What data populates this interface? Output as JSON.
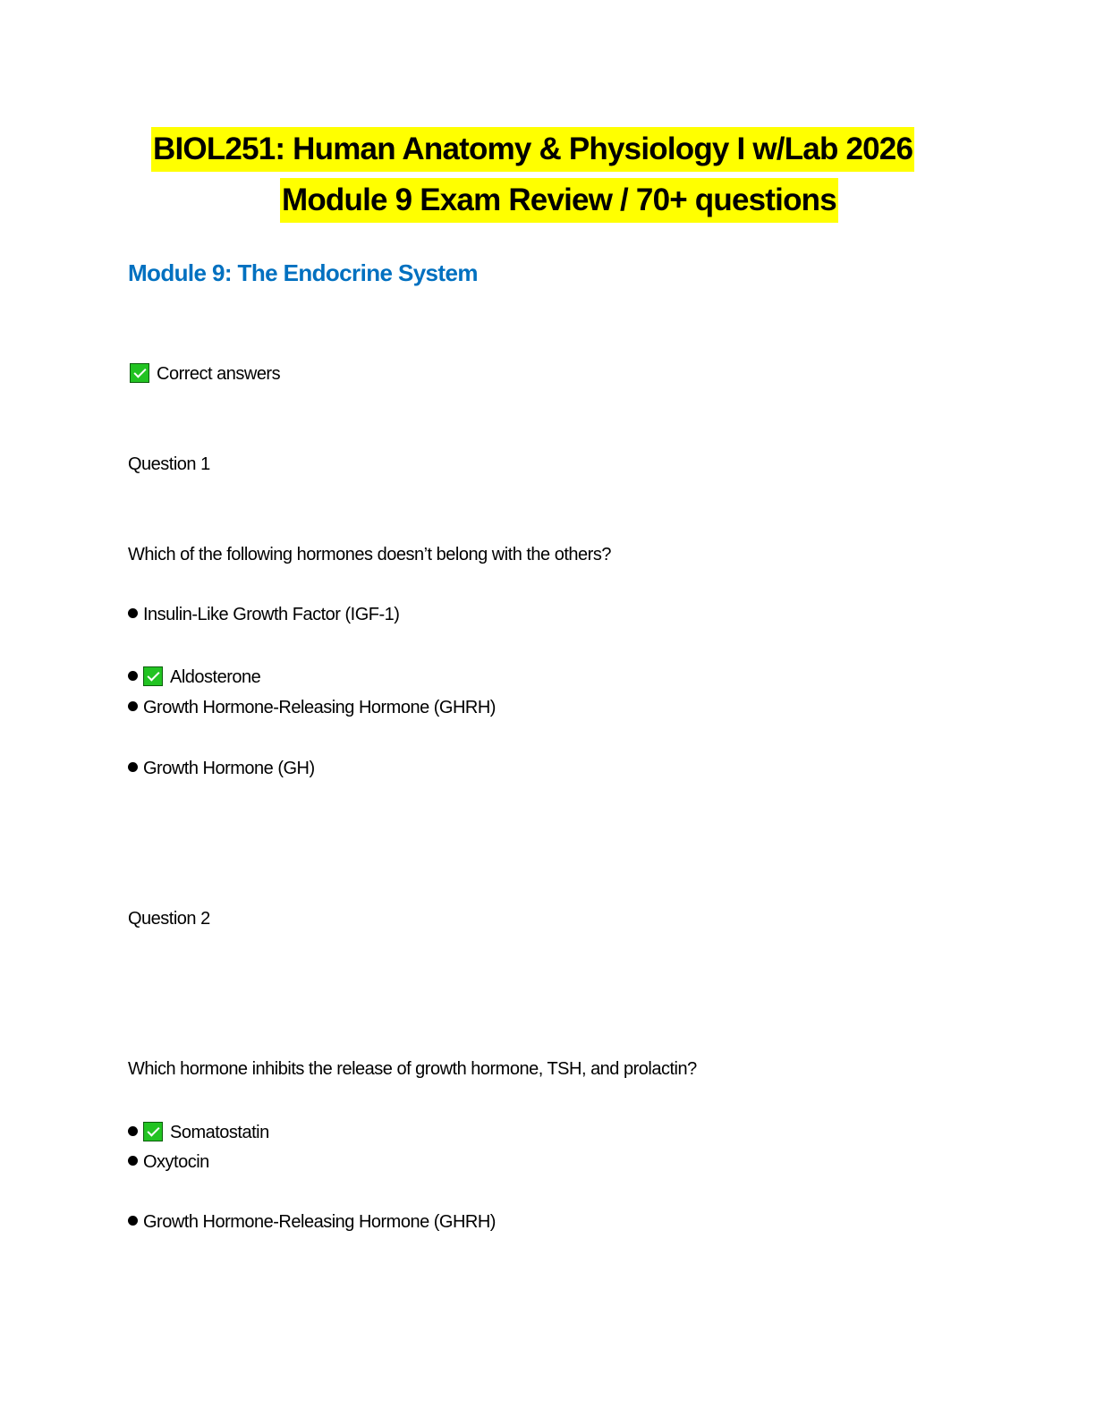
{
  "header": {
    "title_line1": "BIOL251: Human Anatomy & Physiology I w/Lab 2026",
    "title_line2": "Module 9 Exam Review / 70+ questions",
    "highlight_color": "#ffff00"
  },
  "module_heading": "Module 9: The Endocrine System",
  "legend": {
    "icon": "check-mark-icon",
    "label": "Correct answers"
  },
  "questions": [
    {
      "label": "Question 1",
      "prompt": "Which of the following hormones doesn’t belong with the others?",
      "options": [
        {
          "text": "Insulin-Like Growth Factor (IGF-1)",
          "correct": false
        },
        {
          "text": "Aldosterone",
          "correct": true
        },
        {
          "text": "Growth Hormone-Releasing Hormone (GHRH)",
          "correct": false
        },
        {
          "text": "Growth Hormone (GH)",
          "correct": false
        }
      ]
    },
    {
      "label": "Question 2",
      "prompt": "Which hormone inhibits the release of growth hormone, TSH, and prolactin?",
      "options": [
        {
          "text": "Somatostatin",
          "correct": true
        },
        {
          "text": "Oxytocin",
          "correct": false
        },
        {
          "text": "Growth Hormone-Releasing Hormone (GHRH)",
          "correct": false
        }
      ]
    }
  ],
  "colors": {
    "heading_blue": "#0070c0",
    "check_green": "#22c322"
  }
}
